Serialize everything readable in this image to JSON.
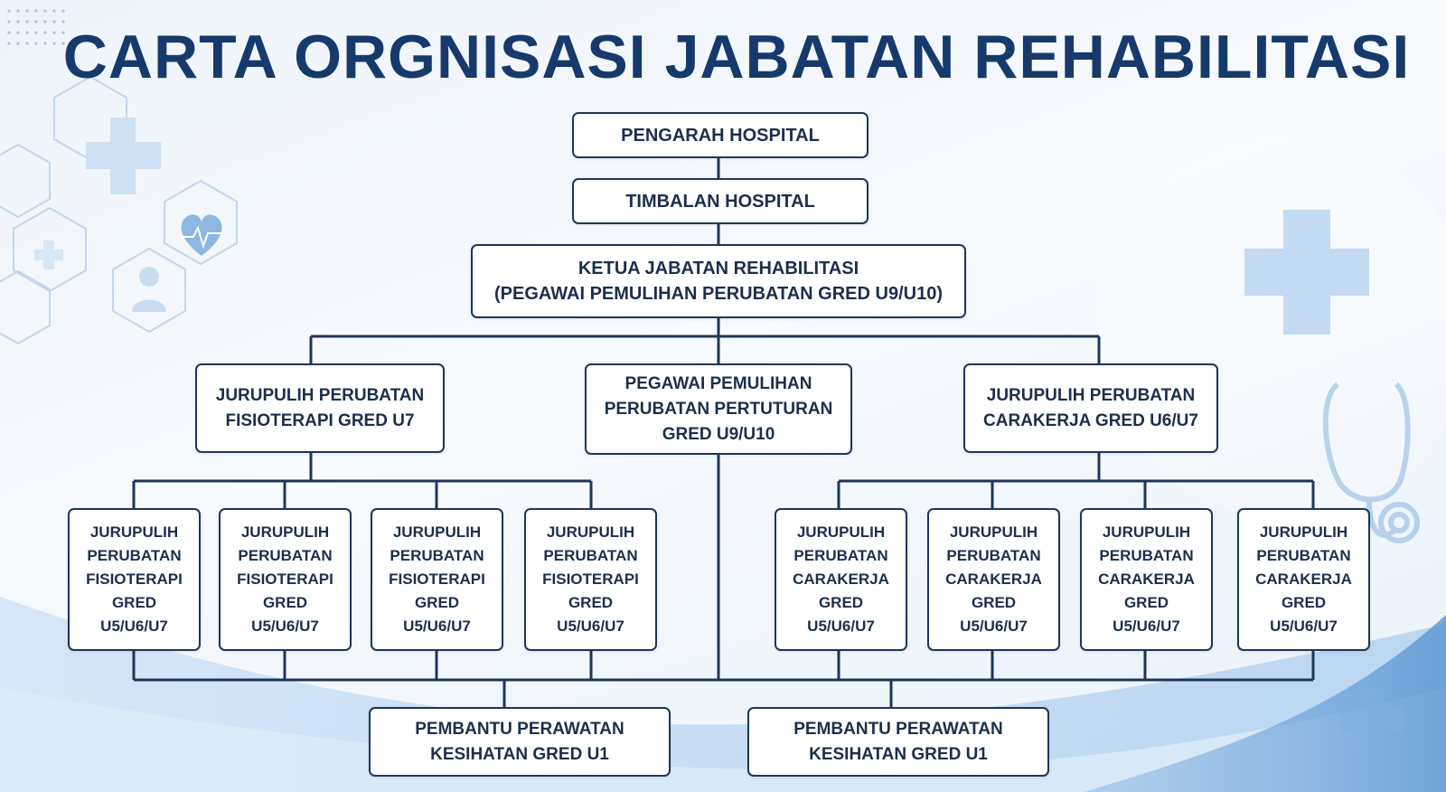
{
  "title": "CARTA ORGNISASI JABATAN REHABILITASI",
  "nodes": {
    "pengarah": {
      "lines": [
        "PENGARAH HOSPITAL"
      ]
    },
    "timbalan": {
      "lines": [
        "TIMBALAN HOSPITAL"
      ]
    },
    "ketua": {
      "lines": [
        "KETUA JABATAN REHABILITASI",
        "(PEGAWAI PEMULIHAN PERUBATAN GRED U9/U10)"
      ]
    },
    "fisio_head": {
      "lines": [
        "JURUPULIH PERUBATAN",
        "FISIOTERAPI GRED U7"
      ]
    },
    "pertuturan": {
      "lines": [
        "PEGAWAI PEMULIHAN",
        "PERUBATAN PERTUTURAN",
        "GRED U9/U10"
      ]
    },
    "carakerja_head": {
      "lines": [
        "JURUPULIH PERUBATAN",
        "CARAKERJA GRED U6/U7"
      ]
    },
    "fisio_staff": [
      {
        "lines": [
          "JURUPULIH",
          "PERUBATAN",
          "FISIOTERAPI",
          "GRED",
          "U5/U6/U7"
        ]
      },
      {
        "lines": [
          "JURUPULIH",
          "PERUBATAN",
          "FISIOTERAPI",
          "GRED",
          "U5/U6/U7"
        ]
      },
      {
        "lines": [
          "JURUPULIH",
          "PERUBATAN",
          "FISIOTERAPI",
          "GRED",
          "U5/U6/U7"
        ]
      },
      {
        "lines": [
          "JURUPULIH",
          "PERUBATAN",
          "FISIOTERAPI",
          "GRED",
          "U5/U6/U7"
        ]
      }
    ],
    "carakerja_staff": [
      {
        "lines": [
          "JURUPULIH",
          "PERUBATAN",
          "CARAKERJA",
          "GRED",
          "U5/U6/U7"
        ]
      },
      {
        "lines": [
          "JURUPULIH",
          "PERUBATAN",
          "CARAKERJA",
          "GRED",
          "U5/U6/U7"
        ]
      },
      {
        "lines": [
          "JURUPULIH",
          "PERUBATAN",
          "CARAKERJA",
          "GRED",
          "U5/U6/U7"
        ]
      },
      {
        "lines": [
          "JURUPULIH",
          "PERUBATAN",
          "CARAKERJA",
          "GRED",
          "U5/U6/U7"
        ]
      }
    ],
    "pembantu": [
      {
        "lines": [
          "PEMBANTU PERAWATAN",
          "KESIHATAN GRED U1"
        ]
      },
      {
        "lines": [
          "PEMBANTU PERAWATAN",
          "KESIHATAN GRED U1"
        ]
      }
    ]
  },
  "icons": [
    "medical-cross-icon",
    "heart-pulse-icon",
    "user-icon",
    "stethoscope-icon"
  ],
  "colors": {
    "navy": "#163a6b",
    "line": "#1e3658",
    "accent": "#5b9bd5"
  }
}
